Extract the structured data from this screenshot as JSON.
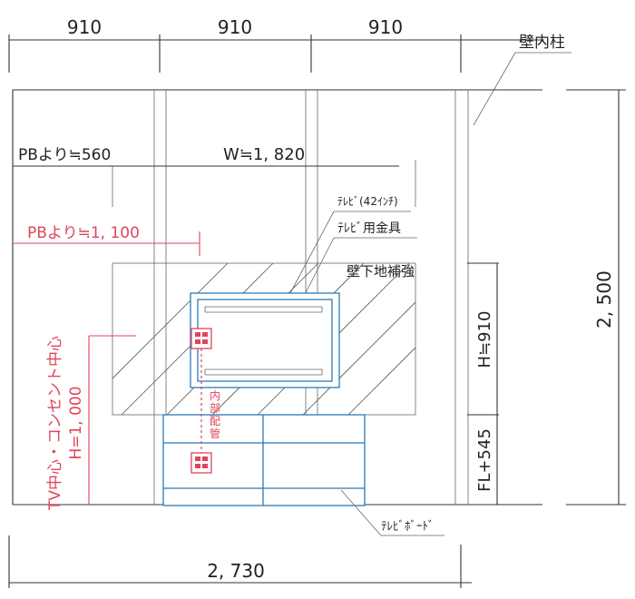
{
  "dimensions": {
    "top_1": "910",
    "top_2": "910",
    "top_3": "910",
    "bottom_total": "2, 730",
    "right_height": "2, 500",
    "pb_560": "PBより≒560",
    "width_tv": "W≒1, 820",
    "pb_1100": "PBより≒1, 100",
    "h_910": "H≒910",
    "fl_545": "FL+545",
    "tv_center_line1": "TV中心・コンセント中心",
    "tv_center_line2": "H=1, 000"
  },
  "labels": {
    "wall_column": "壁内柱",
    "tv_42": "ﾃﾚﾋﾞ(42ｲﾝﾁ)",
    "tv_bracket": "ﾃﾚﾋﾞ用金具",
    "wall_reinforce": "壁下地補強",
    "internal_pipe": [
      "内",
      "部",
      "配",
      "管"
    ],
    "tv_board": "ﾃﾚﾋﾞﾎﾞｰﾄﾞ"
  },
  "colors": {
    "dimension_red": "#e0445a",
    "furniture_blue": "#2b7bb8",
    "line": "#333333"
  },
  "icons": {
    "outlet": "outlet-icon"
  }
}
